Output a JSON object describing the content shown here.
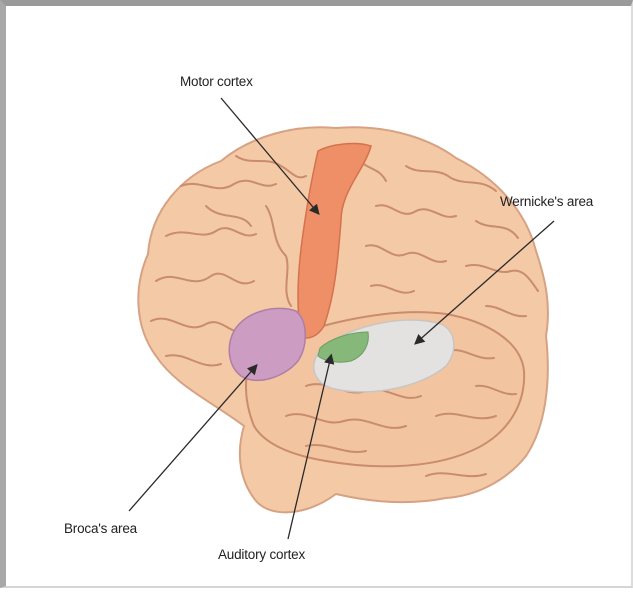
{
  "labels": {
    "motor_cortex": "Motor cortex",
    "wernickes_area": "Wernicke's area",
    "brocas_area": "Broca's area",
    "auditory_cortex": "Auditory cortex"
  },
  "colors": {
    "brain": "#f4c9a6",
    "sulcus": "#c98c6c",
    "motor_cortex": "#ee8f68",
    "wernickes_area": "#e4e2e0",
    "brocas_area": "#cc9cc2",
    "auditory_cortex": "#86b87a",
    "pointer": "#2a2a2a"
  }
}
